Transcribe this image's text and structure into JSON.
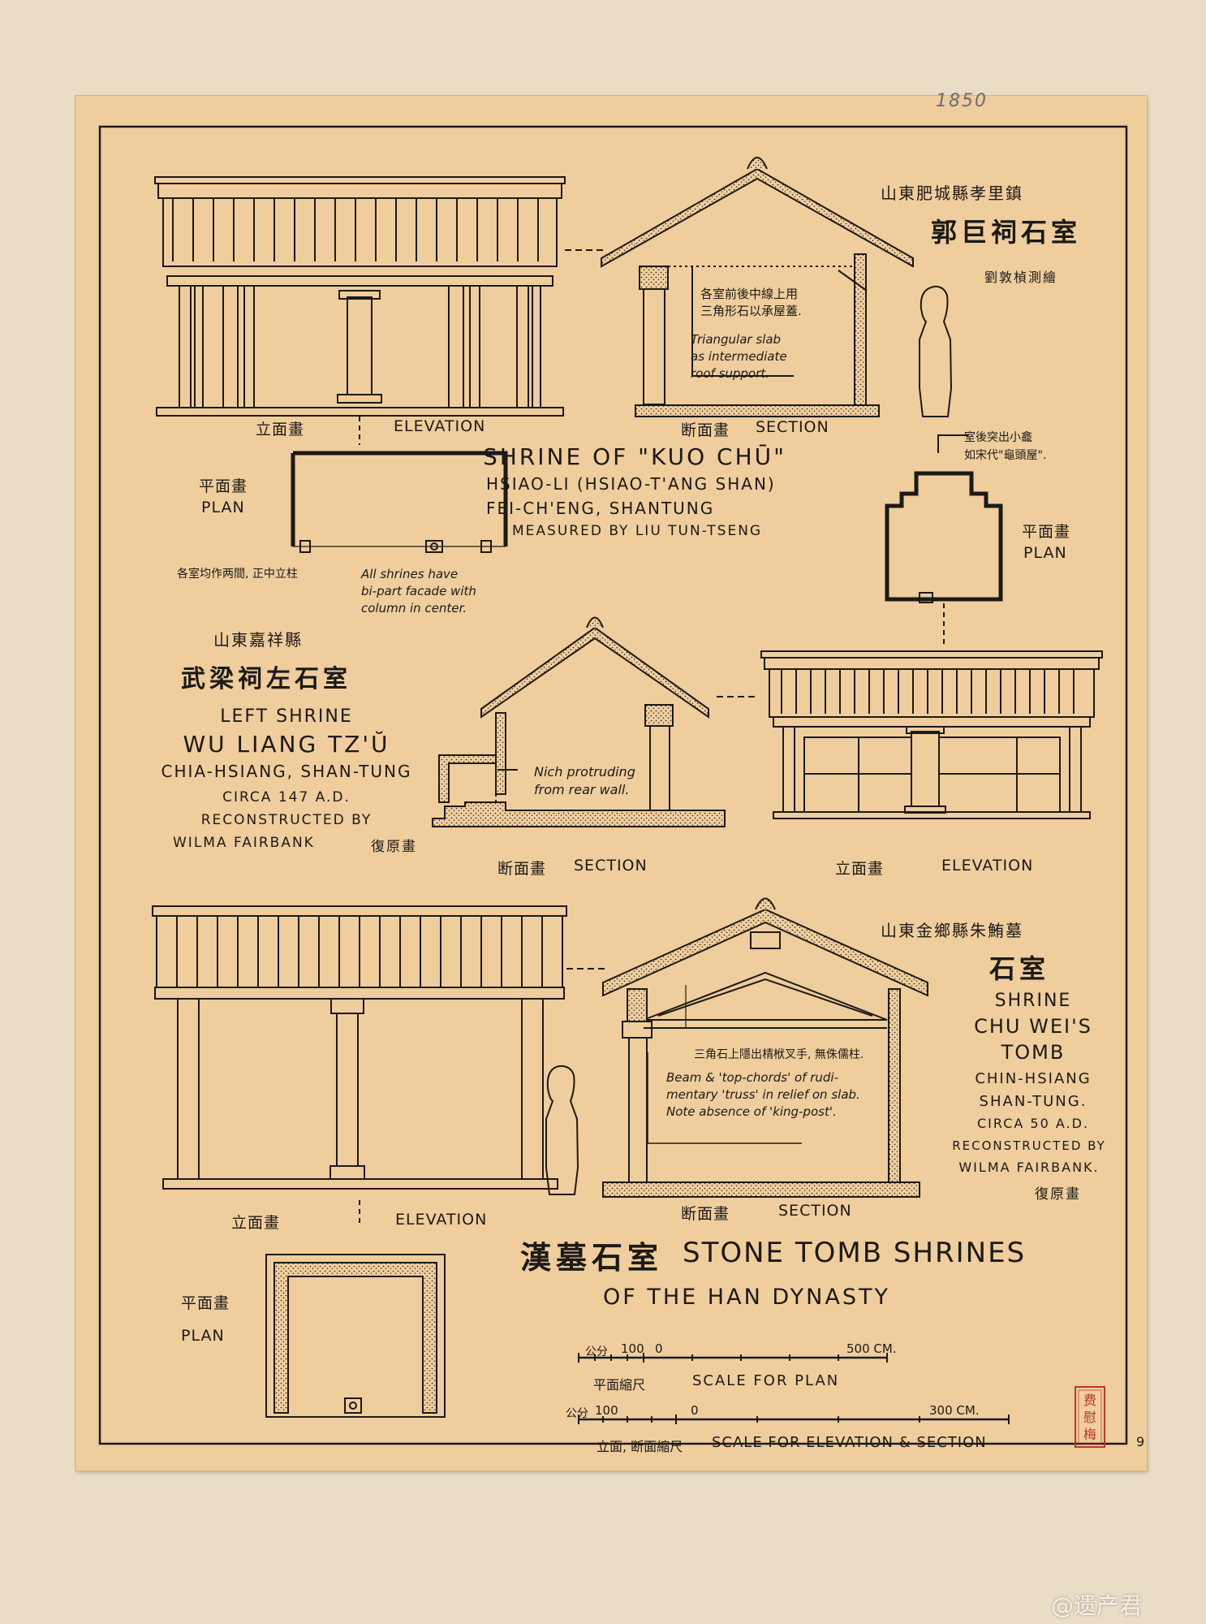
{
  "sheet": {
    "catalog_number": "1850",
    "page_number": "9",
    "seal_text": "费慰梅",
    "main_title_cn": "漢墓石室",
    "main_title_en_line1": "STONE TOMB SHRINES",
    "main_title_en_line2": "OF THE HAN DYNASTY"
  },
  "shrine_kuo_chu": {
    "location_cn": "山東肥城縣孝里鎮",
    "name_cn": "郭巨祠石室",
    "measured_by_cn": "劉敦楨測繪",
    "title_en": "SHRINE OF \"KUO CHŪ\"",
    "line2": "HSIAO-LI (HSIAO-T'ANG SHAN)",
    "line3": "FEI-CH'ENG, SHANTUNG",
    "line4": "MEASURED BY LIU TUN-TSENG",
    "elevation_cn": "立面畫",
    "elevation_en": "ELEVATION",
    "section_cn": "断面畫",
    "section_en": "SECTION",
    "plan_cn": "平面畫",
    "plan_en": "PLAN",
    "section_note_cn": "各室前後中線上用\n三角形石以承屋蓋.",
    "section_note_en": "Triangular slab\nas intermediate\nroof support.",
    "plan_note_cn": "各室均作两間, 正中立柱",
    "plan_note_en": "All shrines have\nbi-part facade with\ncolumn in center."
  },
  "shrine_wu_liang": {
    "location_cn": "山東嘉祥縣",
    "name_cn": "武梁祠左石室",
    "line1": "LEFT SHRINE",
    "line2": "WU LIANG TZ'Ŭ",
    "line3": "CHIA-HSIANG, SHAN-TUNG",
    "line4": "CIRCA 147 A.D.",
    "line5": "RECONSTRUCTED BY",
    "line6": "WILMA FAIRBANK",
    "restored_cn": "復原畫",
    "niche_note_cn": "室後突出小龕\n如宋代\"龜頭屋\".",
    "niche_note_en": "Nich protruding\nfrom rear wall.",
    "plan_cn": "平面畫",
    "plan_en": "PLAN",
    "section_cn": "断面畫",
    "section_en": "SECTION",
    "elevation_cn": "立面畫",
    "elevation_en": "ELEVATION"
  },
  "shrine_chu_wei": {
    "location_cn": "山東金鄉縣朱鮪墓",
    "name_cn": "石室",
    "line1": "SHRINE",
    "line2": "CHU WEI'S",
    "line3": "TOMB",
    "line4": "CHIN-HSIANG",
    "line5": "SHAN-TUNG.",
    "line6": "CIRCA 50 A.D.",
    "line7": "RECONSTRUCTED BY",
    "line8": "WILMA FAIRBANK.",
    "restored_cn": "復原畫",
    "section_note_cn": "三角石上隱出棈栿叉手, 無侏儒柱.",
    "section_note_en": "Beam & 'top-chords' of rudi-\nmentary 'truss' in relief on slab.\nNote absence of 'king-post'.",
    "elevation_cn": "立面畫",
    "elevation_en": "ELEVATION",
    "section_cn": "断面畫",
    "section_en": "SECTION",
    "plan_cn": "平面畫",
    "plan_en": "PLAN"
  },
  "scales": {
    "plan_unit_cn": "公分",
    "plan_ticks": [
      "100",
      "0",
      "500 CM."
    ],
    "plan_caption_cn": "平面縮尺",
    "plan_caption_en": "SCALE FOR PLAN",
    "elev_unit_cn": "公分",
    "elev_ticks": [
      "100",
      "0",
      "300 CM."
    ],
    "elev_caption_cn": "立面, 断面縮尺",
    "elev_caption_en": "SCALE FOR ELEVATION & SECTION"
  },
  "watermark": "@遗产君",
  "colors": {
    "paper": "#efcd9d",
    "background": "#e9ddc6",
    "ink": "#1c1a17",
    "seal_red": "#b8372f"
  }
}
